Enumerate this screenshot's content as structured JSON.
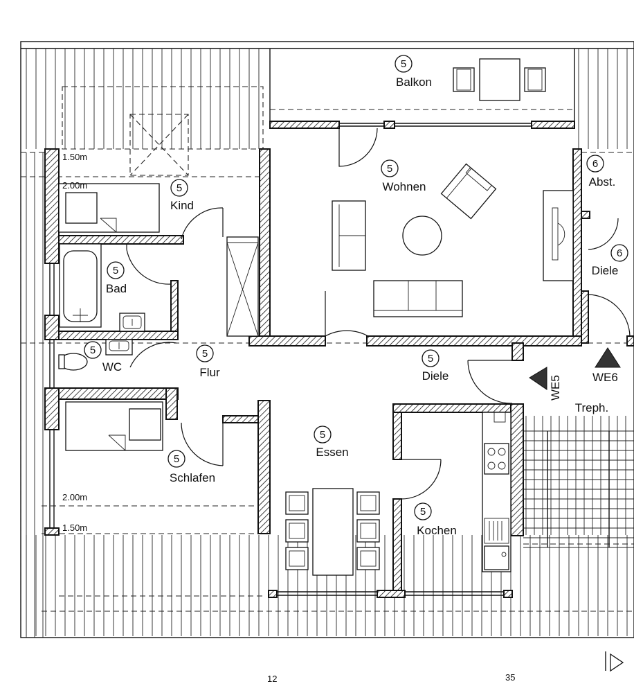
{
  "room_number": "5",
  "room_number_other": "6",
  "rooms": {
    "balkon": "Balkon",
    "wohnen": "Wohnen",
    "kind": "Kind",
    "bad": "Bad",
    "wc": "WC",
    "flur": "Flur",
    "diele": "Diele",
    "schlafen": "Schlafen",
    "essen": "Essen",
    "kochen": "Kochen",
    "abst": "Abst.",
    "diele_other": "Diele",
    "treph": "Treph."
  },
  "markers": {
    "we5": "WE5",
    "we6": "WE6"
  },
  "dimensions": {
    "top_150": "1.50m",
    "top_200": "2.00m",
    "bottom_200": "2.00m",
    "bottom_150": "1.50m",
    "bottom_left": "12",
    "bottom_right": "35"
  }
}
